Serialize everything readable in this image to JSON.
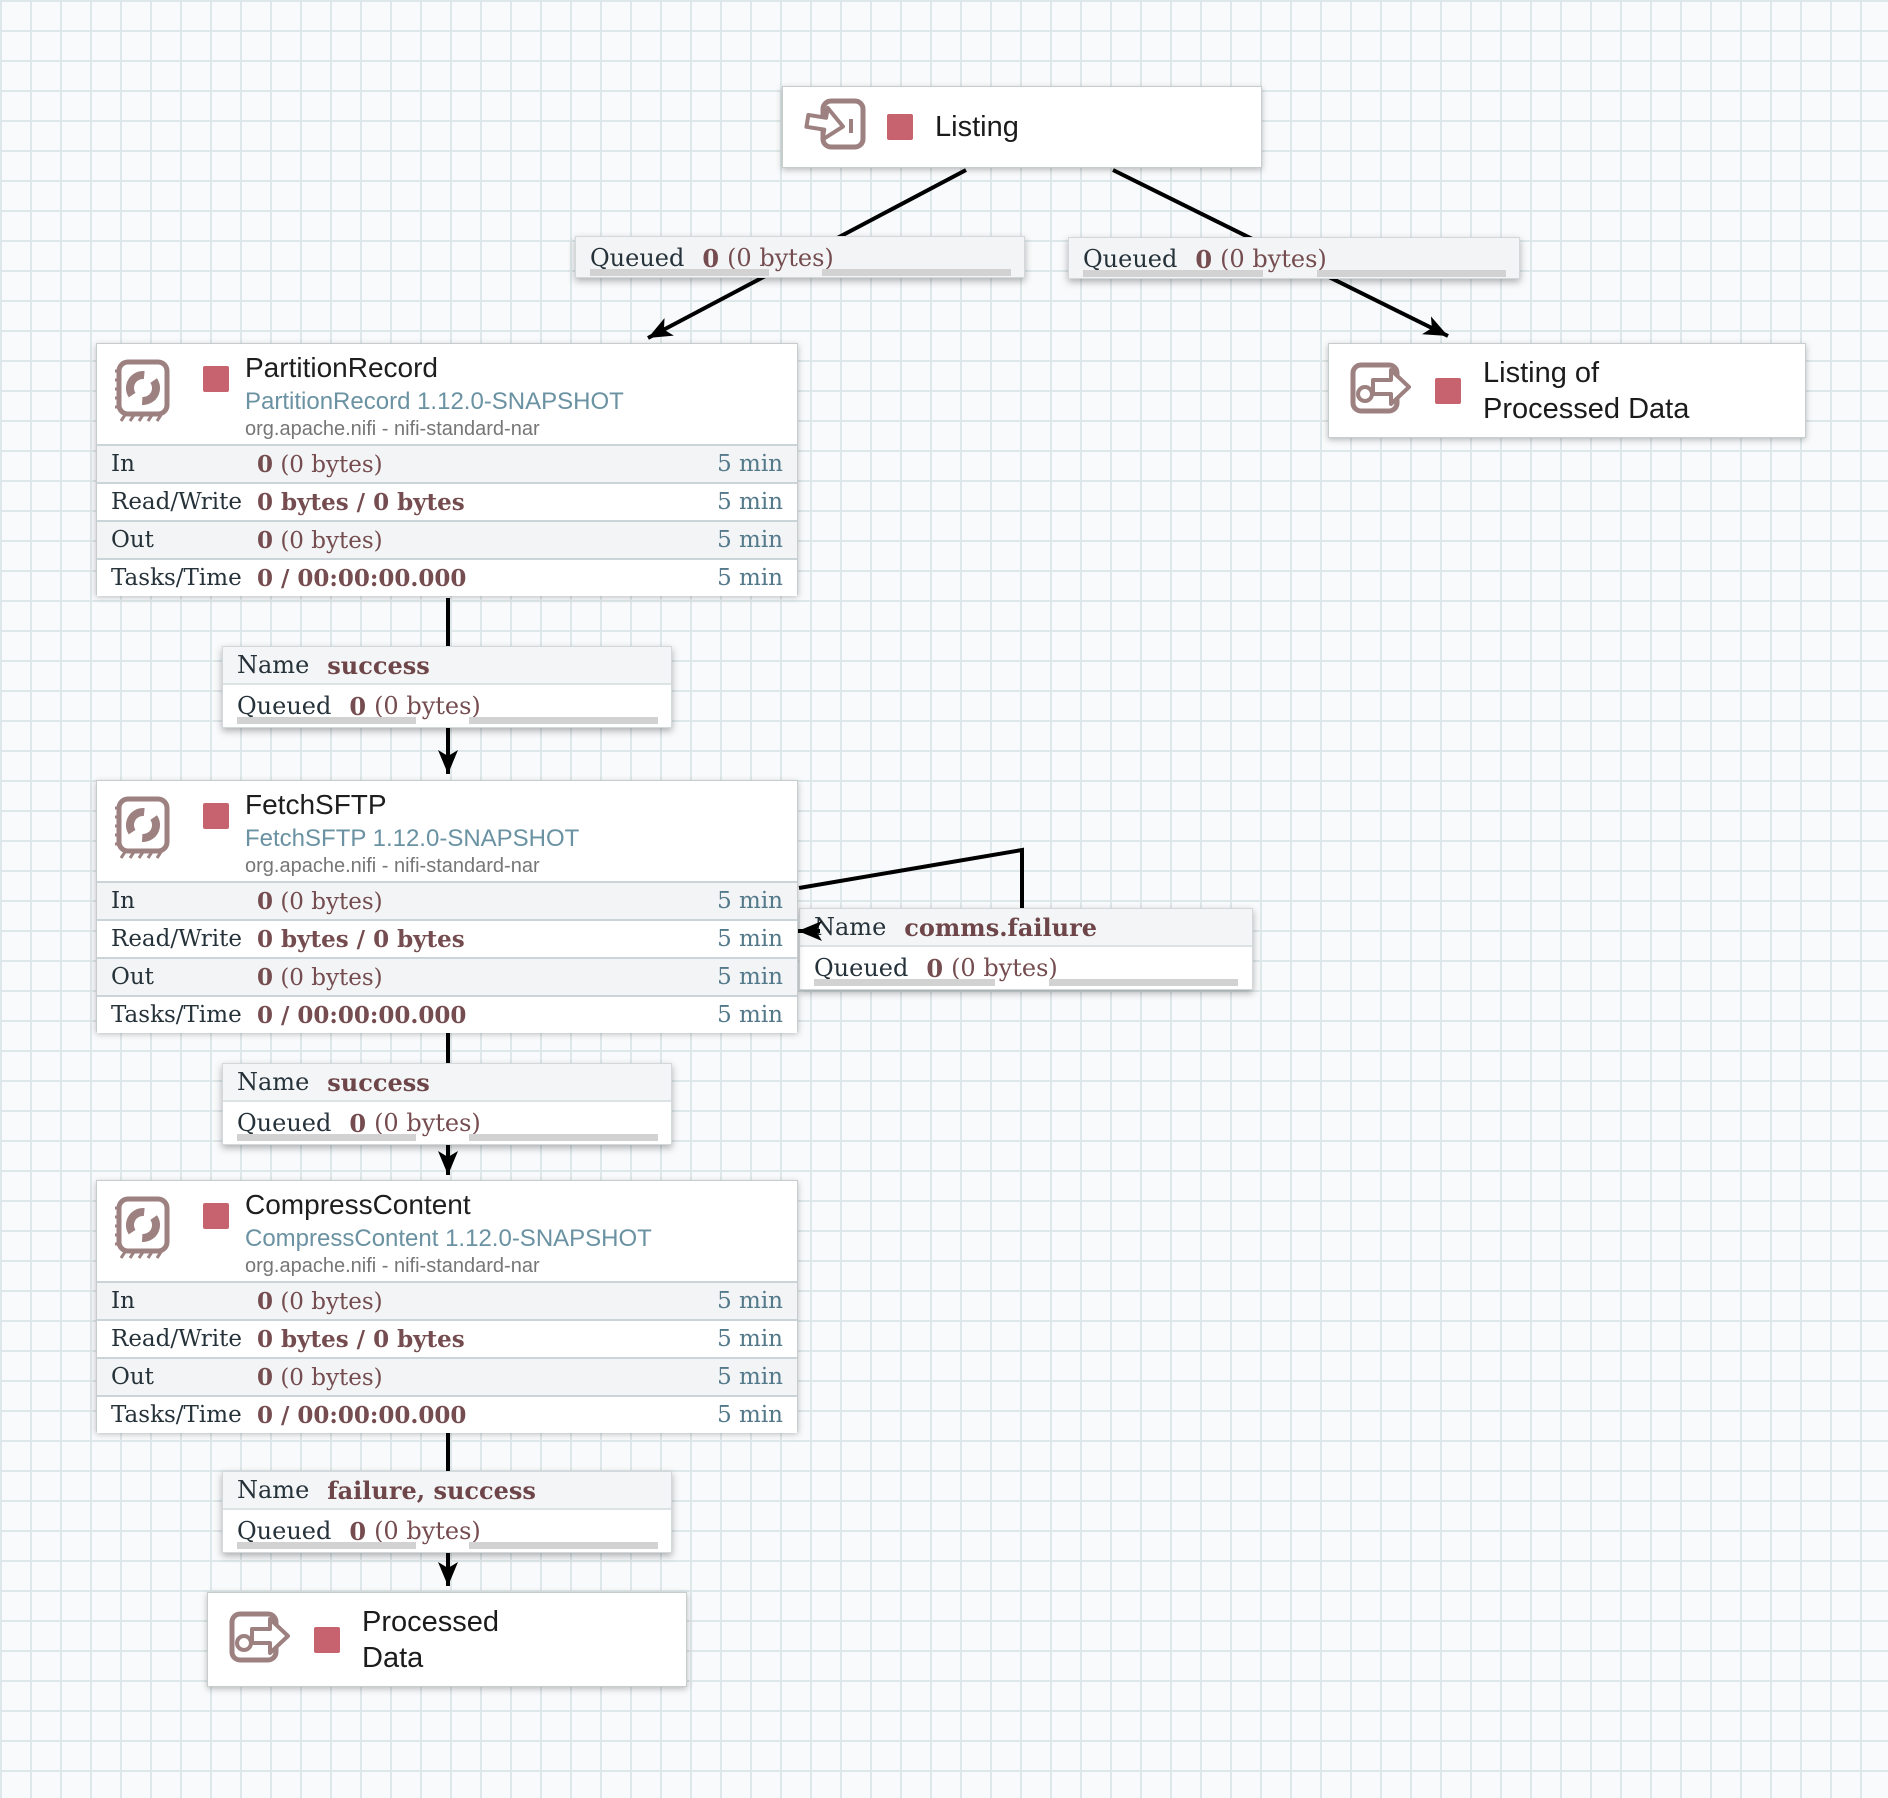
{
  "canvas": {
    "background": "#f8fafb",
    "grid_line": "#dee7e9"
  },
  "colors": {
    "stopped_state": "#c7636e",
    "component_icon": "#9d8181",
    "type_text": "#6a92a2",
    "value_text": "#754c4f",
    "period_text": "#54798b"
  },
  "ports": [
    {
      "kind": "input-port",
      "label_line1": "Listing",
      "label_line2": ""
    },
    {
      "kind": "output-port",
      "label_line1": "Listing of",
      "label_line2": "Processed Data"
    },
    {
      "kind": "output-port",
      "label_line1": "Processed",
      "label_line2": "Data"
    }
  ],
  "processors": [
    {
      "name": "PartitionRecord",
      "type": "PartitionRecord 1.12.0-SNAPSHOT",
      "bundle": "org.apache.nifi - nifi-standard-nar",
      "rows": [
        {
          "label": "In",
          "bold": "0",
          "rest": " (0 bytes)",
          "period": "5 min"
        },
        {
          "label": "Read/Write",
          "bold": "0 bytes / 0 bytes",
          "rest": "",
          "period": "5 min"
        },
        {
          "label": "Out",
          "bold": "0",
          "rest": " (0 bytes)",
          "period": "5 min"
        },
        {
          "label": "Tasks/Time",
          "bold": "0 / 00:00:00.000",
          "rest": "",
          "period": "5 min"
        }
      ]
    },
    {
      "name": "FetchSFTP",
      "type": "FetchSFTP 1.12.0-SNAPSHOT",
      "bundle": "org.apache.nifi - nifi-standard-nar",
      "rows": [
        {
          "label": "In",
          "bold": "0",
          "rest": " (0 bytes)",
          "period": "5 min"
        },
        {
          "label": "Read/Write",
          "bold": "0 bytes / 0 bytes",
          "rest": "",
          "period": "5 min"
        },
        {
          "label": "Out",
          "bold": "0",
          "rest": " (0 bytes)",
          "period": "5 min"
        },
        {
          "label": "Tasks/Time",
          "bold": "0 / 00:00:00.000",
          "rest": "",
          "period": "5 min"
        }
      ]
    },
    {
      "name": "CompressContent",
      "type": "CompressContent 1.12.0-SNAPSHOT",
      "bundle": "org.apache.nifi - nifi-standard-nar",
      "rows": [
        {
          "label": "In",
          "bold": "0",
          "rest": " (0 bytes)",
          "period": "5 min"
        },
        {
          "label": "Read/Write",
          "bold": "0 bytes / 0 bytes",
          "rest": "",
          "period": "5 min"
        },
        {
          "label": "Out",
          "bold": "0",
          "rest": " (0 bytes)",
          "period": "5 min"
        },
        {
          "label": "Tasks/Time",
          "bold": "0 / 00:00:00.000",
          "rest": "",
          "period": "5 min"
        }
      ]
    }
  ],
  "connections": [
    {
      "queued_label": "Queued",
      "queued_count": "0",
      "queued_size": "(0 bytes)"
    },
    {
      "queued_label": "Queued",
      "queued_count": "0",
      "queued_size": "(0 bytes)"
    },
    {
      "name_label": "Name",
      "name_value": "success",
      "queued_label": "Queued",
      "queued_count": "0",
      "queued_size": "(0 bytes)"
    },
    {
      "name_label": "Name",
      "name_value": "comms.failure",
      "queued_label": "Queued",
      "queued_count": "0",
      "queued_size": "(0 bytes)"
    },
    {
      "name_label": "Name",
      "name_value": "success",
      "queued_label": "Queued",
      "queued_count": "0",
      "queued_size": "(0 bytes)"
    },
    {
      "name_label": "Name",
      "name_value": "failure, success",
      "queued_label": "Queued",
      "queued_count": "0",
      "queued_size": "(0 bytes)"
    }
  ]
}
